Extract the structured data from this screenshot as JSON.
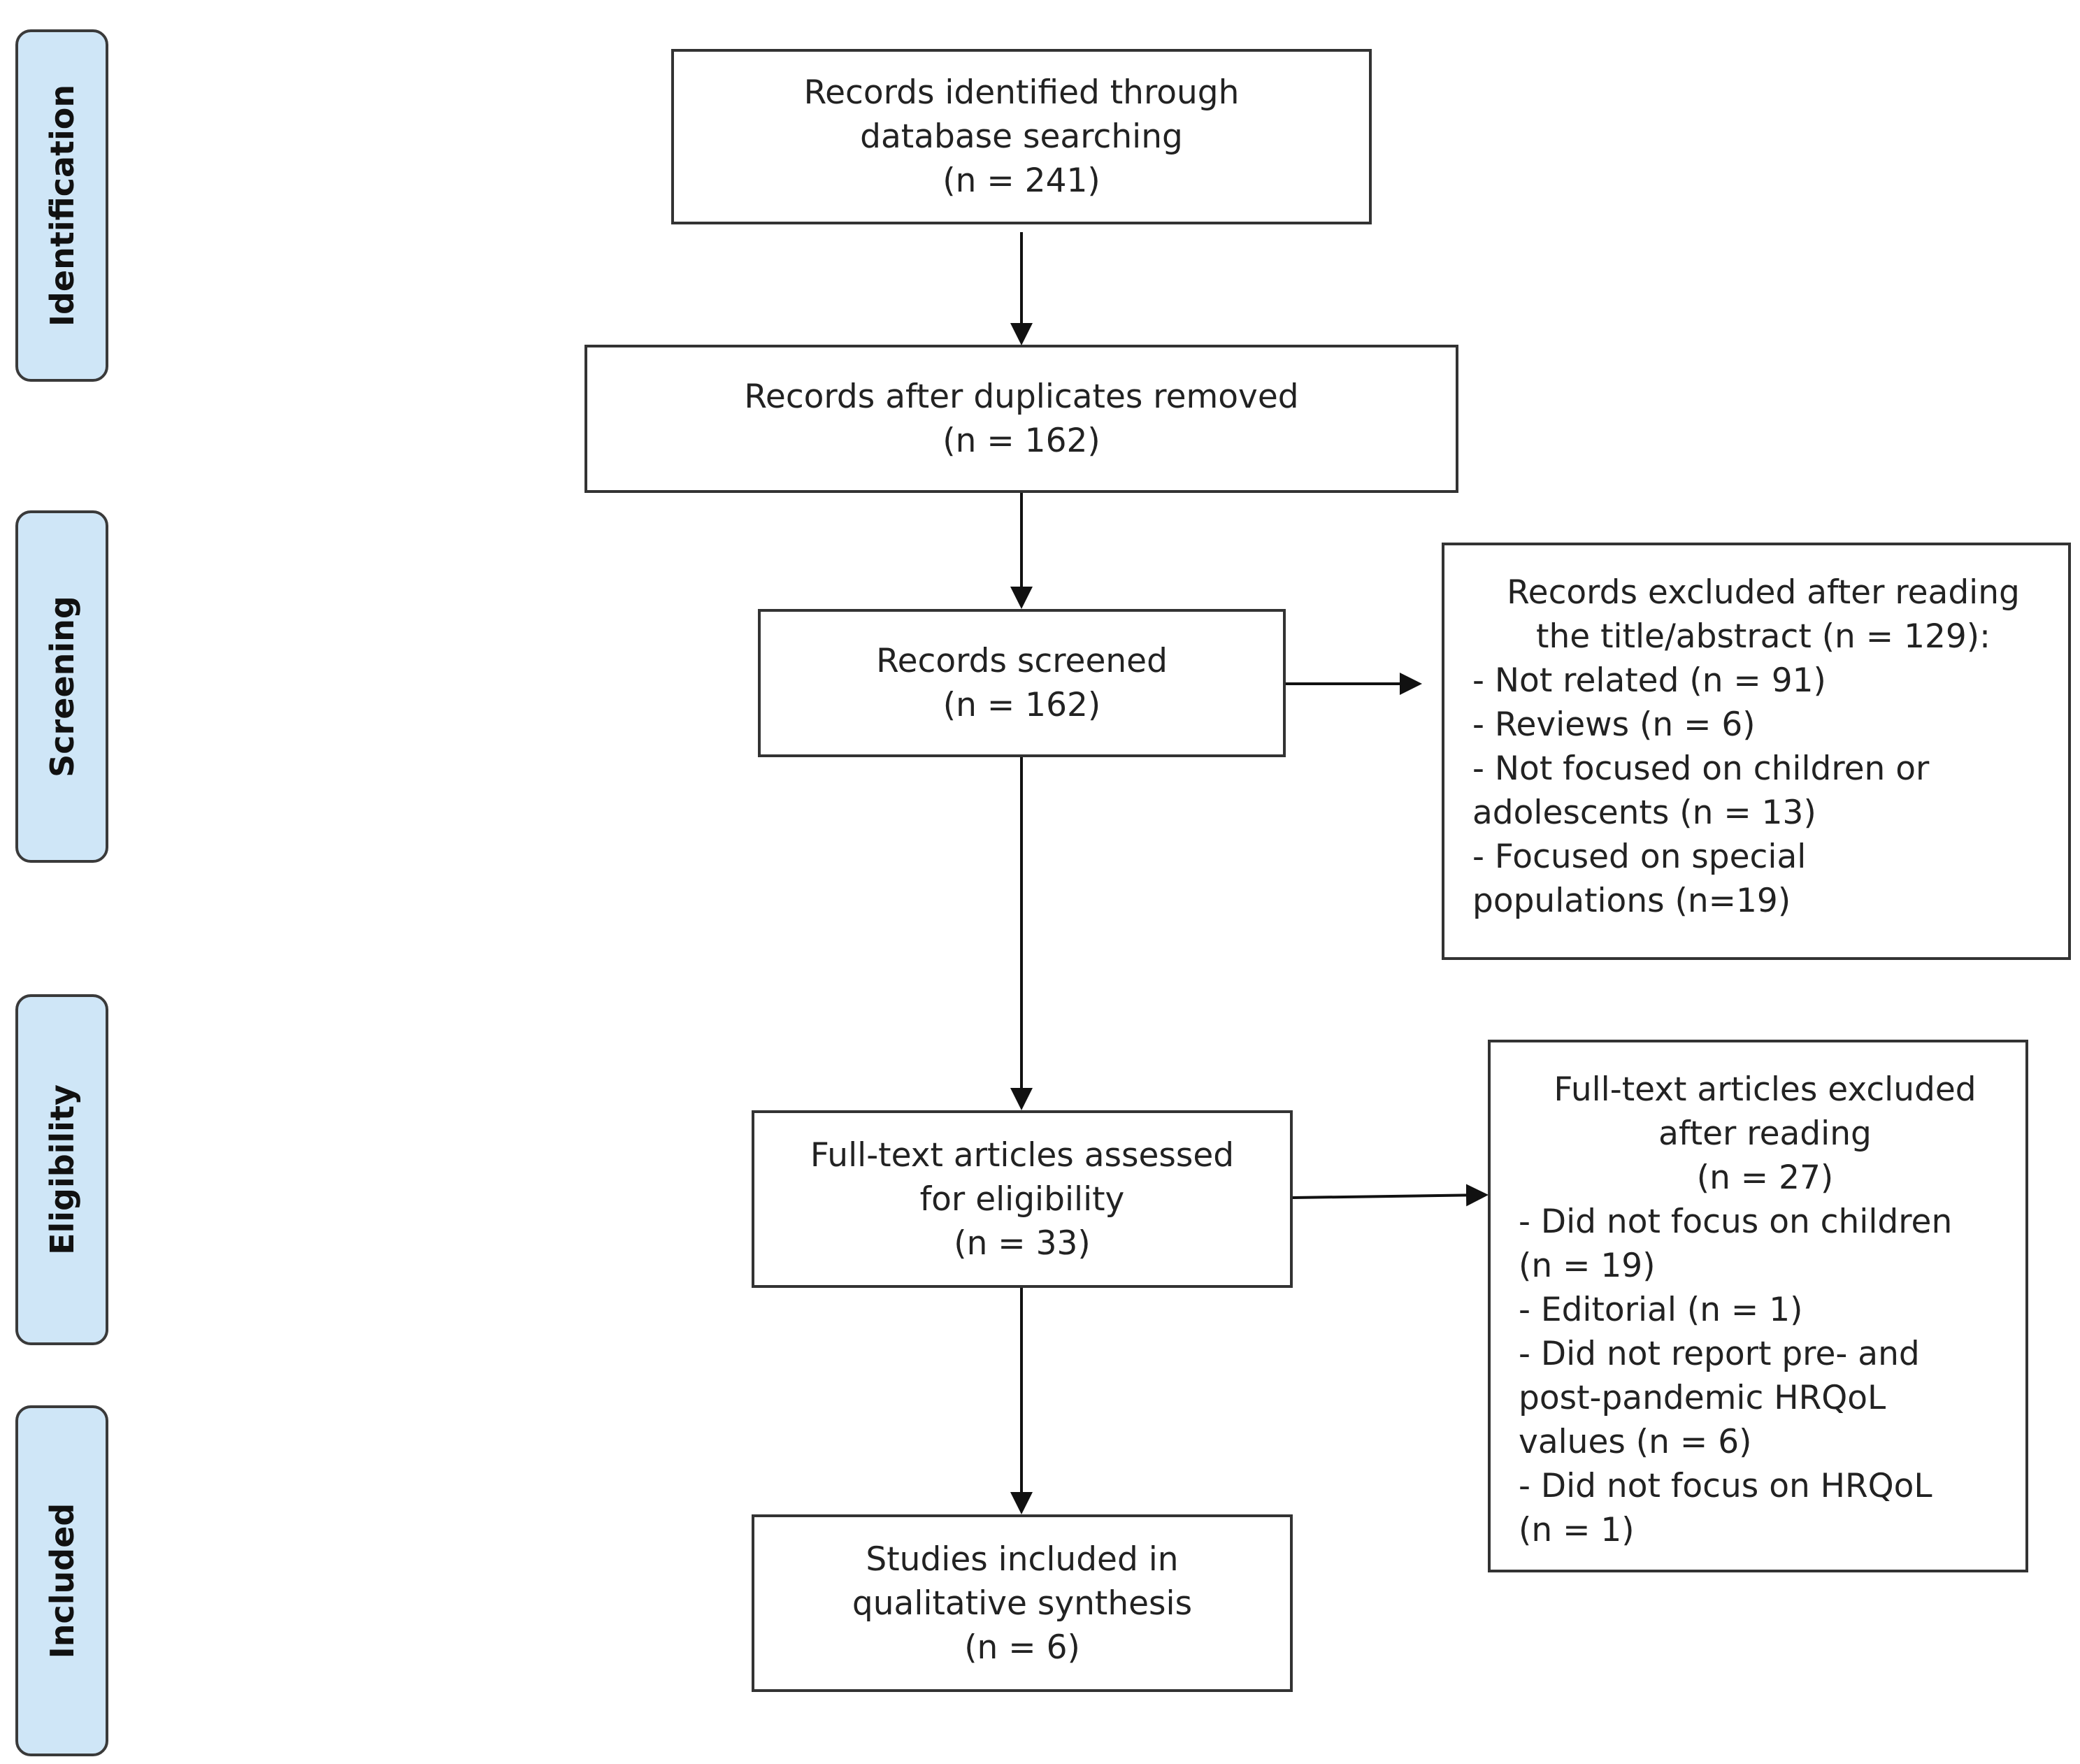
{
  "phases": {
    "identification": "Identification",
    "screening": "Screening",
    "eligibility": "Eligibility",
    "included": "Included"
  },
  "identified": {
    "lines": [
      "Records identified through",
      "database searching",
      "(n = 241)"
    ]
  },
  "deduplicated": {
    "lines": [
      "Records after duplicates removed",
      "(n = 162)"
    ]
  },
  "screened": {
    "lines": [
      "Records screened",
      "(n = 162)"
    ]
  },
  "excluded_screening": {
    "heading": [
      "Records excluded after reading",
      "the title/abstract (n = 129):"
    ],
    "items": [
      "- Not related (n = 91)",
      "- Reviews (n = 6)",
      "- Not focused on children or",
      "adolescents (n = 13)",
      "- Focused on special",
      "populations (n=19)"
    ]
  },
  "fulltext": {
    "lines": [
      "Full-text articles assessed",
      "for eligibility",
      "(n = 33)"
    ]
  },
  "excluded_fulltext": {
    "heading": [
      "Full-text articles excluded",
      "after reading",
      "(n = 27)"
    ],
    "items": [
      "- Did not focus on children",
      "(n = 19)",
      "- Editorial (n = 1)",
      "- Did not report pre- and",
      "post-pandemic HRQoL",
      "values (n = 6)",
      "- Did not focus on HRQoL",
      "(n = 1)"
    ]
  },
  "included_studies": {
    "lines": [
      "Studies included in",
      "qualitative synthesis",
      "(n = 6)"
    ]
  }
}
